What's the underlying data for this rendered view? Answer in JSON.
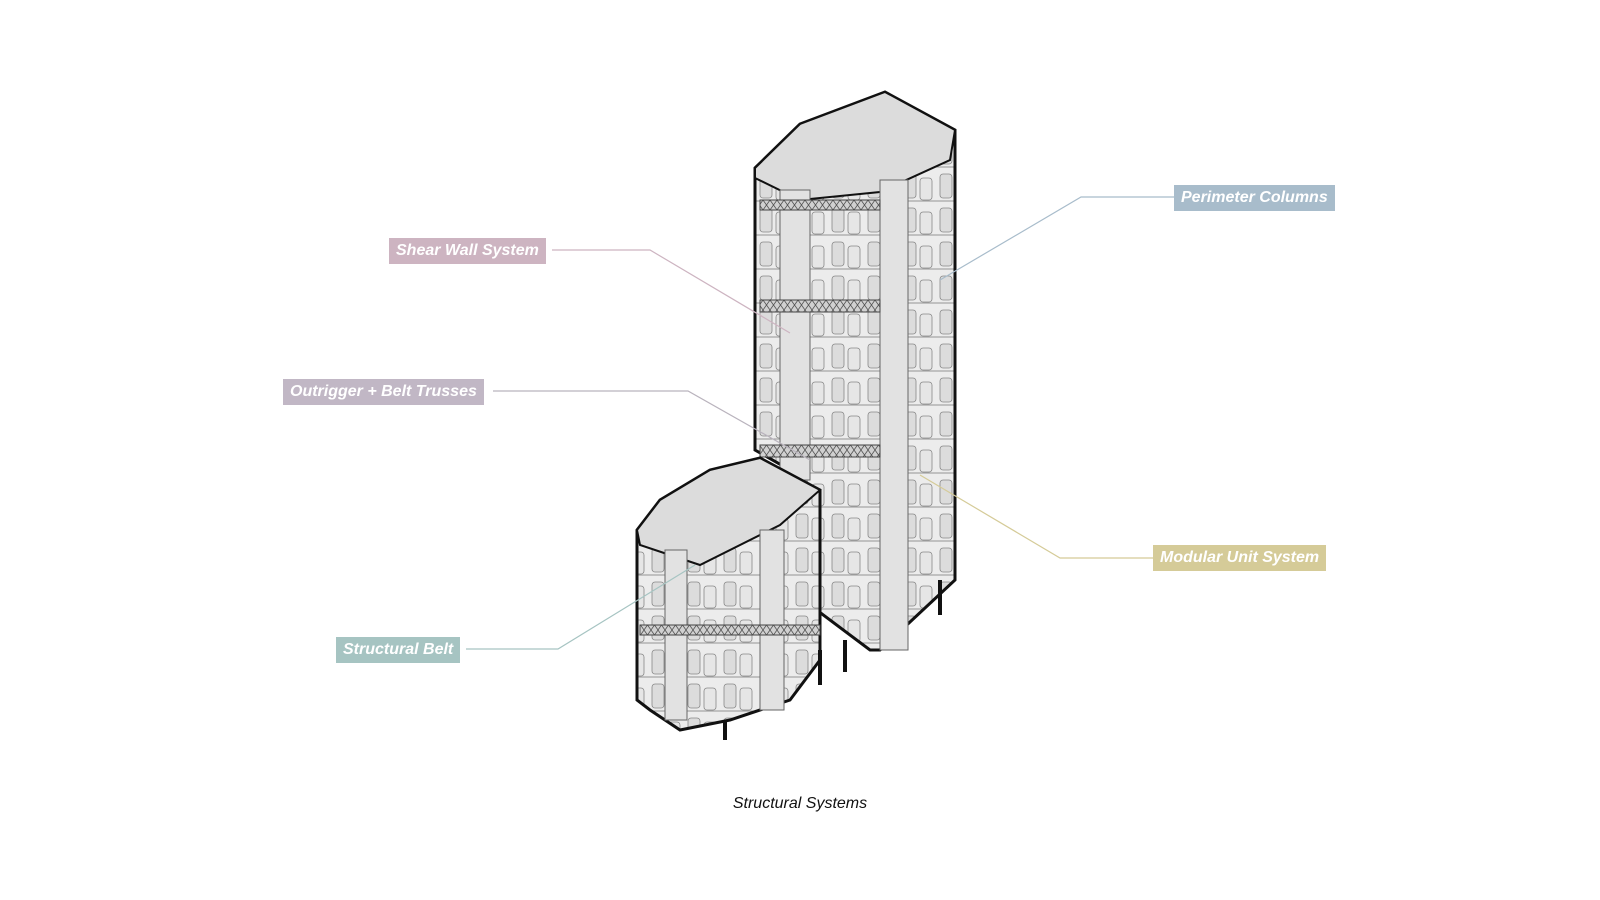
{
  "diagram": {
    "caption": "Structural Systems",
    "labels": {
      "shear_wall": {
        "text": "Shear Wall System",
        "color": "#cdb4c1"
      },
      "outrigger": {
        "text": "Outrigger + Belt Trusses",
        "color": "#c1b7c5"
      },
      "structural_belt": {
        "text": "Structural Belt",
        "color": "#a6c4c2"
      },
      "perimeter": {
        "text": "Perimeter Columns",
        "color": "#a8bccb"
      },
      "modular": {
        "text": "Modular Unit System",
        "color": "#d5cb98"
      }
    }
  }
}
